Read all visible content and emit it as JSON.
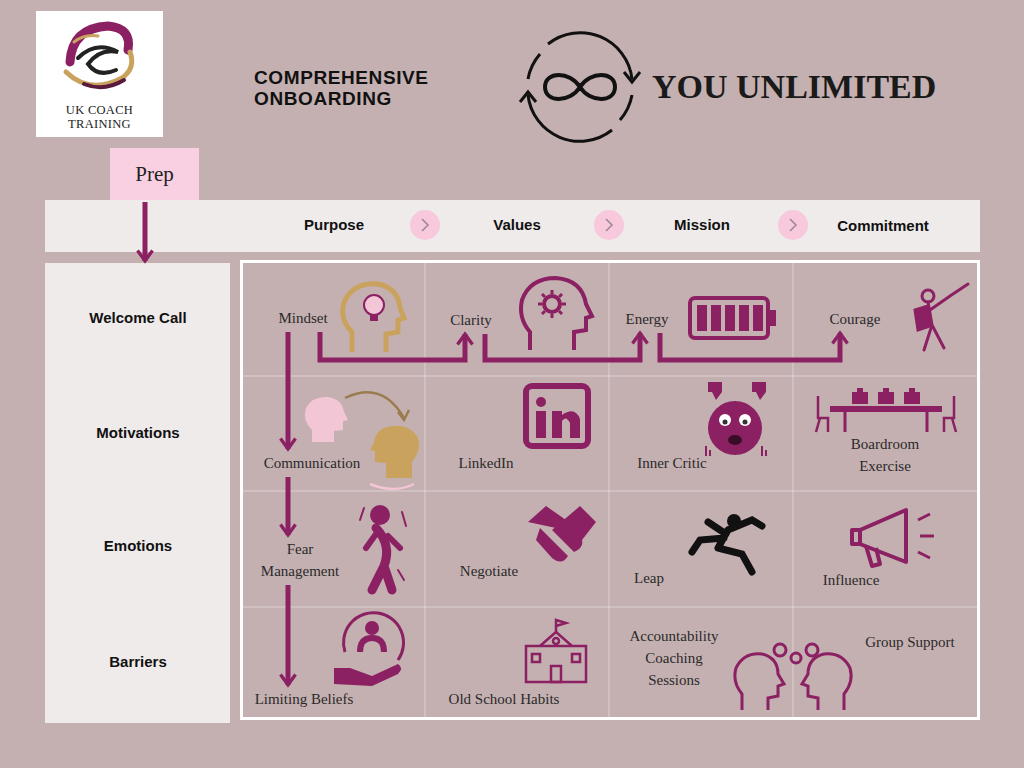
{
  "diagram": {
    "title": "COMPREHENSIVE ONBOARDING",
    "nodes": [
      {
        "text": [
          "UK COACH TRAINING"
        ]
      },
      {
        "text": [
          "Prep"
        ]
      },
      {
        "text": [
          "Purpose",
          "Values",
          "Mission",
          "Commitment"
        ]
      },
      {
        "text": [
          "Welcome Call",
          "Motivations",
          "Emotions",
          "Barriers"
        ]
      },
      {
        "text": [
          "Mindset"
        ]
      },
      {
        "text": [
          "Clarity"
        ]
      },
      {
        "text": [
          "Energy"
        ]
      },
      {
        "text": [
          "Courage"
        ]
      },
      {
        "text": [
          "Communication"
        ]
      },
      {
        "text": [
          "LinkedIn"
        ]
      },
      {
        "text": [
          "Inner Critic"
        ]
      },
      {
        "text": [
          "Boardroom Exercise"
        ]
      },
      {
        "text": [
          "Fear Management"
        ]
      },
      {
        "text": [
          "Negotiate"
        ]
      },
      {
        "text": [
          "Leap"
        ]
      },
      {
        "text": [
          "Influence"
        ]
      },
      {
        "text": [
          "Limiting Beliefs"
        ]
      },
      {
        "text": [
          "Old School Habits"
        ]
      },
      {
        "text": [
          "Accountability Coaching Sessions"
        ]
      },
      {
        "text": [
          "Group Support"
        ]
      }
    ],
    "edges": [
      {
        "from": 1,
        "to": 3,
        "arrow": "to"
      },
      {
        "from": 4,
        "to": 5,
        "arrow": "to"
      },
      {
        "from": 5,
        "to": 6,
        "arrow": "to"
      },
      {
        "from": 6,
        "to": 7,
        "arrow": "to"
      },
      {
        "from": 4,
        "to": 8,
        "arrow": "to"
      },
      {
        "from": 8,
        "to": 12,
        "arrow": "to"
      },
      {
        "from": 12,
        "to": 16,
        "arrow": "to"
      }
    ],
    "labels": [
      "YOU UNLIMITED"
    ]
  }
}
